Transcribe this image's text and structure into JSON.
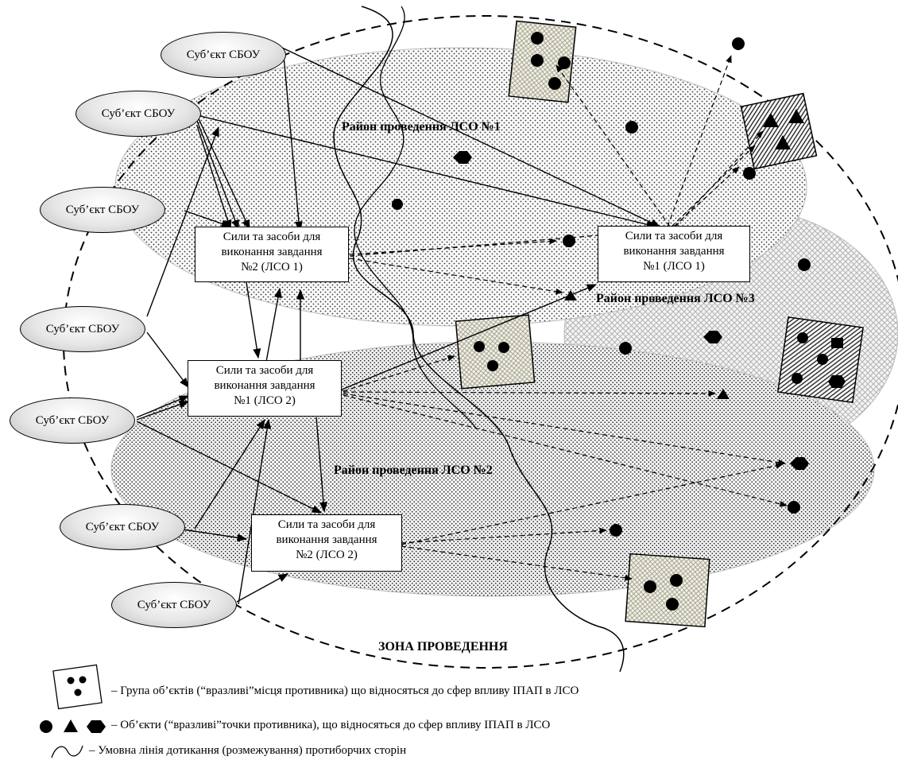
{
  "regions": {
    "region1": "Район проведення ЛСО №1",
    "region2": "Район проведення ЛСО №2",
    "region3": "Район проведення ЛСО №3"
  },
  "zone_label": "ЗОНА ПРОВЕДЕННЯ",
  "subjects": [
    "Суб’єкт СБОУ",
    "Суб’єкт СБОУ",
    "Суб’єкт СБОУ",
    "Суб’єкт СБОУ",
    "Суб’єкт СБОУ",
    "Суб’єкт СБОУ",
    "Суб’єкт СБОУ"
  ],
  "tasks": {
    "t2_lso1": [
      "Сили та засоби для",
      "виконання завдання",
      "№2 (ЛСО 1)"
    ],
    "t1_lso1": [
      "Сили та засоби для",
      "виконання завдання",
      "№1 (ЛСО 1)"
    ],
    "t1_lso2": [
      "Сили та засоби для",
      "виконання завдання",
      "№1 (ЛСО 2)"
    ],
    "t2_lso2": [
      "Сили та засоби для",
      "виконання завдання",
      "№2 (ЛСО 2)"
    ]
  },
  "legend": {
    "group": "– Група об’єктів (“вразливі”місця противника) що відносяться до сфер впливу ІПАП в ЛСО",
    "objects": "– Об’єкти (“вразливі”точки противника), що відносяться до сфер впливу ІПАП в ЛСО",
    "line": "– Умовна лінія дотикання (розмежування)  протиборчих сторін"
  }
}
